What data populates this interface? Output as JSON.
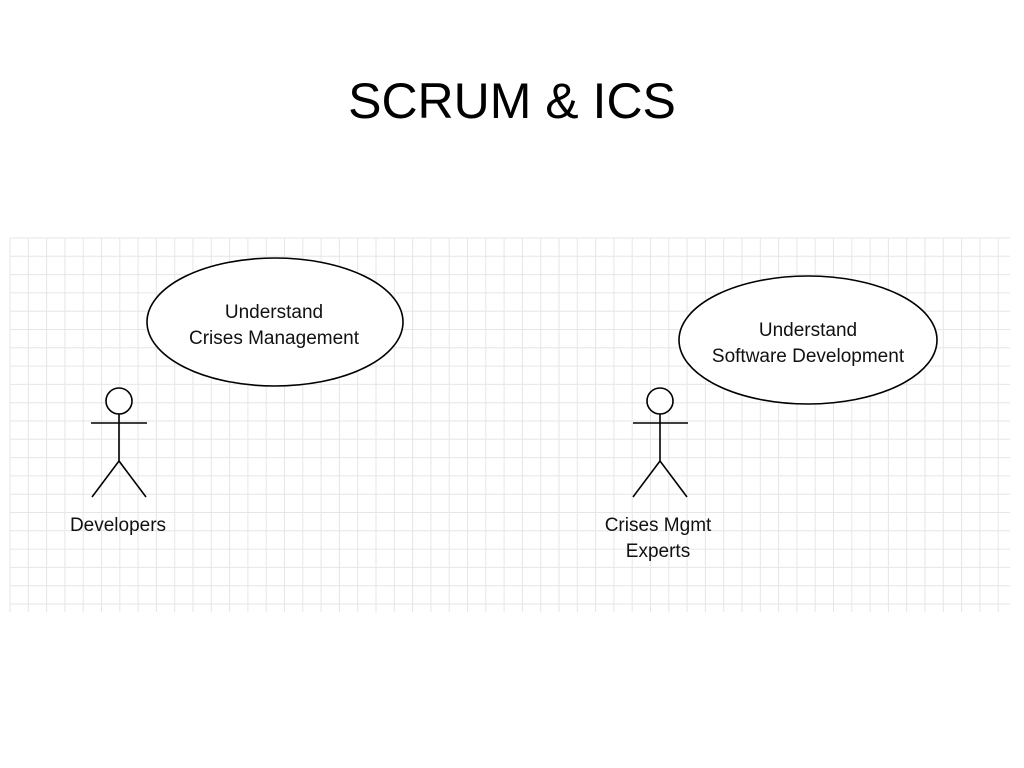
{
  "slide": {
    "title": "SCRUM & ICS"
  },
  "diagram": {
    "actors": [
      {
        "label": "Developers",
        "label_lines": [
          "Developers"
        ],
        "use_case_lines": [
          "Understand",
          "Crises Management"
        ]
      },
      {
        "label": "Crises Mgmt Experts",
        "label_lines": [
          "Crises Mgmt",
          "Experts"
        ],
        "use_case_lines": [
          "Understand",
          "Software Development"
        ]
      }
    ]
  }
}
